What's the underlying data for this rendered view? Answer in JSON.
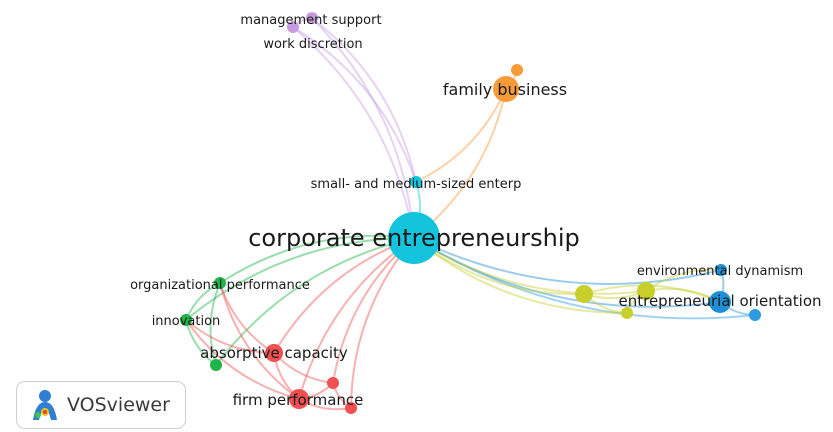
{
  "nodes": [
    {
      "id": "ce",
      "label": "corporate entrepreneurship",
      "color": "#14c4dc"
    },
    {
      "id": "sme",
      "label": "small- and medium-sized enterp",
      "color": "#14c4dc"
    },
    {
      "id": "fb",
      "label": "family business",
      "color": "#f79a3a"
    },
    {
      "id": "fb2",
      "label": "",
      "color": "#f79a3a"
    },
    {
      "id": "ms",
      "label": "management support",
      "color": "#c79be0"
    },
    {
      "id": "wd",
      "label": "work discretion",
      "color": "#c79be0"
    },
    {
      "id": "eo",
      "label": "entrepreneurial orientation",
      "color": "#1f8fd6"
    },
    {
      "id": "ed",
      "label": "environmental dynamism",
      "color": "#1f8fd6"
    },
    {
      "id": "b3",
      "label": "",
      "color": "#2c9be0"
    },
    {
      "id": "y1",
      "label": "",
      "color": "#c8cf2a"
    },
    {
      "id": "y2",
      "label": "",
      "color": "#c8cf2a"
    },
    {
      "id": "y3",
      "label": "",
      "color": "#c8cf2a"
    },
    {
      "id": "op",
      "label": "organizational performance",
      "color": "#1fb44a"
    },
    {
      "id": "inn",
      "label": "innovation",
      "color": "#1fb44a"
    },
    {
      "id": "g3",
      "label": "",
      "color": "#1fb44a"
    },
    {
      "id": "ac",
      "label": "absorptive capacity",
      "color": "#f05050"
    },
    {
      "id": "fp",
      "label": "firm performance",
      "color": "#f05050"
    },
    {
      "id": "r3",
      "label": "",
      "color": "#f05050"
    },
    {
      "id": "r4",
      "label": "",
      "color": "#f05050"
    }
  ],
  "links": [
    [
      "ce",
      "sme"
    ],
    [
      "ce",
      "fb"
    ],
    [
      "ce",
      "ms"
    ],
    [
      "ce",
      "wd"
    ],
    [
      "ce",
      "eo"
    ],
    [
      "ce",
      "ed"
    ],
    [
      "ce",
      "b3"
    ],
    [
      "ce",
      "y1"
    ],
    [
      "ce",
      "y2"
    ],
    [
      "ce",
      "y3"
    ],
    [
      "ce",
      "op"
    ],
    [
      "ce",
      "inn"
    ],
    [
      "ce",
      "g3"
    ],
    [
      "ce",
      "ac"
    ],
    [
      "ce",
      "fp"
    ],
    [
      "ce",
      "r3"
    ],
    [
      "ce",
      "r4"
    ],
    [
      "sme",
      "ms"
    ],
    [
      "sme",
      "wd"
    ],
    [
      "sme",
      "fb"
    ],
    [
      "ms",
      "wd"
    ],
    [
      "fb",
      "fb2"
    ],
    [
      "eo",
      "ed"
    ],
    [
      "eo",
      "b3"
    ],
    [
      "eo",
      "y1"
    ],
    [
      "eo",
      "y2"
    ],
    [
      "y1",
      "y2"
    ],
    [
      "y1",
      "y3"
    ],
    [
      "y2",
      "y3"
    ],
    [
      "ed",
      "y2"
    ],
    [
      "op",
      "inn"
    ],
    [
      "op",
      "g3"
    ],
    [
      "op",
      "ac"
    ],
    [
      "op",
      "fp"
    ],
    [
      "inn",
      "g3"
    ],
    [
      "inn",
      "ac"
    ],
    [
      "inn",
      "fp"
    ],
    [
      "ac",
      "fp"
    ],
    [
      "ac",
      "r3"
    ],
    [
      "fp",
      "r3"
    ],
    [
      "fp",
      "r4"
    ],
    [
      "r3",
      "r4"
    ]
  ],
  "brand": {
    "name": "VOSviewer"
  }
}
